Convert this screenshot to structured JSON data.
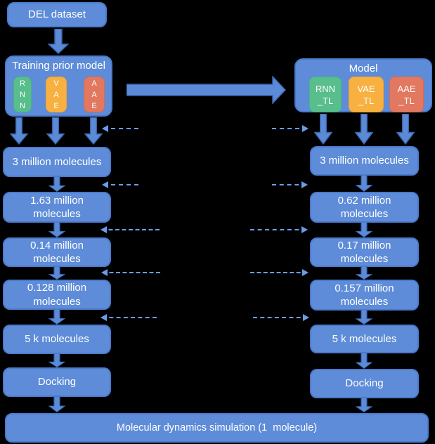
{
  "colors": {
    "background": "#000000",
    "text": "#FFFFFF",
    "box_fill": "#5E8CD8",
    "box_border": "#4A7BCC",
    "arrow_fill": "#5B8AD7",
    "arrow_border": "#3A65B0",
    "dash": "#6C9CE8",
    "green_fill": "#57BE8C",
    "green_border": "#4AB37E",
    "orange_fill": "#F8B140",
    "orange_border": "#F0A22E",
    "red_fill": "#E2785F",
    "red_border": "#D96A50"
  },
  "diagram": {
    "source": "DEL dataset",
    "left": {
      "title": "Training prior model",
      "models": [
        "R\nN\nN",
        "V\nA\nE",
        "A\nA\nE"
      ],
      "stages": [
        "3 million molecules",
        "1.63 million\nmolecules",
        "0.14 million\nmolecules",
        "0.128 million\nmolecules",
        "5 k molecules",
        "Docking"
      ]
    },
    "right": {
      "title": "Model",
      "models": [
        "RNN\n_TL",
        "VAE\n_TL",
        "AAE\n_TL"
      ],
      "stages": [
        "3 million molecules",
        "0.62 million\nmolecules",
        "0.17 million\nmolecules",
        "0.157 million\nmolecules",
        "5 k molecules",
        "Docking"
      ]
    },
    "final": "Molecular dynamics simulation (1  molecule)"
  }
}
